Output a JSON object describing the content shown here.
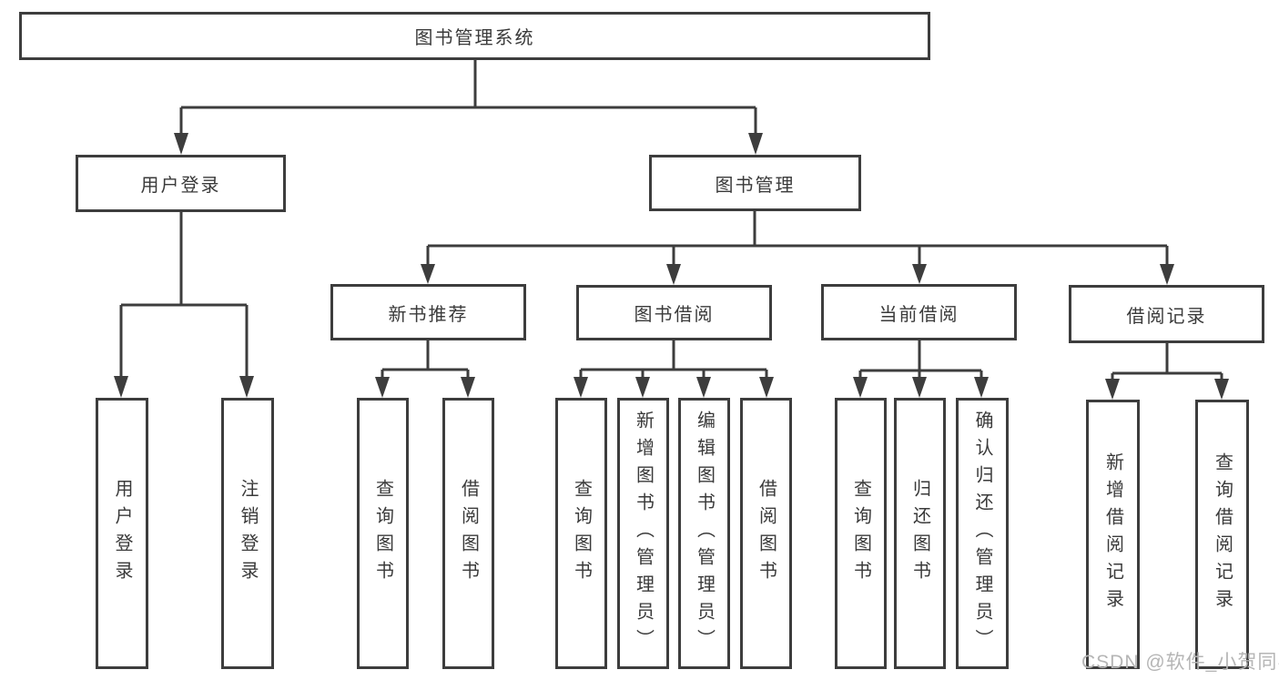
{
  "diagram": {
    "root": "图书管理系统",
    "level2": {
      "user_login": "用户登录",
      "book_mgmt": "图书管理"
    },
    "level3": {
      "new_books": "新书推荐",
      "book_borrow": "图书借阅",
      "current_borrow": "当前借阅",
      "borrow_records": "借阅记录"
    },
    "leaves": {
      "user_login_login": "用户登录",
      "user_login_logout": "注销登录",
      "new_books_query": "查询图书",
      "new_books_borrow": "借阅图书",
      "borrow_query": "查询图书",
      "borrow_add": "新增图书（管理员）",
      "borrow_edit": "编辑图书（管理员）",
      "borrow_borrow": "借阅图书",
      "current_query": "查询图书",
      "current_return": "归还图书",
      "current_confirm": "确认归还（管理员）",
      "records_add": "新增借阅记录",
      "records_query": "查询借阅记录"
    },
    "watermark": "CSDN @软件_小贺同学",
    "colors": {
      "line": "#3d3d3d",
      "text": "#3a3a3a",
      "watermark": "#b5b5b5"
    }
  }
}
